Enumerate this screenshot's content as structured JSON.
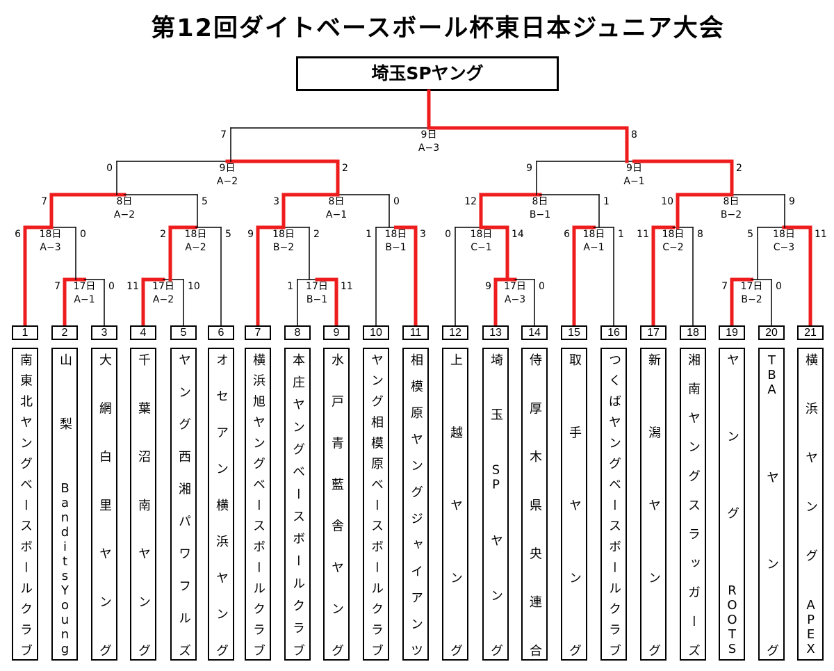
{
  "title": "第12回ダイトベースボール杯東日本ジュニア大会",
  "champion": "埼玉SPヤング",
  "teams": [
    {
      "seed": "1",
      "name": "南東北ヤングベースボールクラブ"
    },
    {
      "seed": "2",
      "name": "山梨BanditsYoung"
    },
    {
      "seed": "3",
      "name": "大網白里ヤング"
    },
    {
      "seed": "4",
      "name": "千葉沼南ヤング"
    },
    {
      "seed": "5",
      "name": "ヤング西湘パワフルズ"
    },
    {
      "seed": "6",
      "name": "オセアン横浜ヤング"
    },
    {
      "seed": "7",
      "name": "横浜旭ヤングベースボールクラブ"
    },
    {
      "seed": "8",
      "name": "本庄ヤングベースボールクラブ"
    },
    {
      "seed": "9",
      "name": "水戸青藍舎ヤング"
    },
    {
      "seed": "10",
      "name": "ヤング相模原ベースボールクラブ"
    },
    {
      "seed": "11",
      "name": "相模原ヤングジャイアンツ"
    },
    {
      "seed": "12",
      "name": "上越ヤング"
    },
    {
      "seed": "13",
      "name": "埼玉SPヤング"
    },
    {
      "seed": "14",
      "name": "侍厚木県央連合"
    },
    {
      "seed": "15",
      "name": "取手ヤング"
    },
    {
      "seed": "16",
      "name": "つくばヤングベースボールクラブ"
    },
    {
      "seed": "17",
      "name": "新潟ヤング"
    },
    {
      "seed": "18",
      "name": "湘南ヤングスラッガーズ"
    },
    {
      "seed": "19",
      "name": "ヤングROOTS"
    },
    {
      "seed": "20",
      "name": "TBAヤング"
    },
    {
      "seed": "21",
      "name": "横浜ヤングAPEX"
    }
  ],
  "matches": [
    {
      "id": "r1_2_3",
      "date": "17日",
      "code": "A−1",
      "left_score": "7",
      "right_score": "0"
    },
    {
      "id": "r1_4_5",
      "date": "17日",
      "code": "A−2",
      "left_score": "11",
      "right_score": "10"
    },
    {
      "id": "r1_8_9",
      "date": "17日",
      "code": "B−1",
      "left_score": "1",
      "right_score": "11"
    },
    {
      "id": "r1_13_14",
      "date": "17日",
      "code": "A−3",
      "left_score": "9",
      "right_score": "0"
    },
    {
      "id": "r1_19_20",
      "date": "17日",
      "code": "B−2",
      "left_score": "7",
      "right_score": "0"
    },
    {
      "id": "r2_1_w23",
      "date": "18日",
      "code": "A−3",
      "left_score": "6",
      "right_score": "0"
    },
    {
      "id": "r2_w45_6",
      "date": "18日",
      "code": "A−2",
      "left_score": "2",
      "right_score": "5"
    },
    {
      "id": "r2_7_w89",
      "date": "18日",
      "code": "B−2",
      "left_score": "9",
      "right_score": "2"
    },
    {
      "id": "r2_10_11",
      "date": "18日",
      "code": "B−1",
      "left_score": "1",
      "right_score": "3"
    },
    {
      "id": "r2_12_w1314",
      "date": "18日",
      "code": "C−1",
      "left_score": "0",
      "right_score": "14"
    },
    {
      "id": "r2_15_16",
      "date": "18日",
      "code": "A−1",
      "left_score": "6",
      "right_score": "1"
    },
    {
      "id": "r2_17_18",
      "date": "18日",
      "code": "C−2",
      "left_score": "11",
      "right_score": "8"
    },
    {
      "id": "r2_w1920_21",
      "date": "18日",
      "code": "C−3",
      "left_score": "5",
      "right_score": "11"
    },
    {
      "id": "qf1",
      "date": "8日",
      "code": "A−2",
      "left_score": "7",
      "right_score": "5"
    },
    {
      "id": "qf2",
      "date": "8日",
      "code": "A−1",
      "left_score": "3",
      "right_score": "0"
    },
    {
      "id": "qf3",
      "date": "8日",
      "code": "B−1",
      "left_score": "12",
      "right_score": "1"
    },
    {
      "id": "qf4",
      "date": "8日",
      "code": "B−2",
      "left_score": "10",
      "right_score": "9"
    },
    {
      "id": "sf1",
      "date": "9日",
      "code": "A−2",
      "left_score": "0",
      "right_score": "2"
    },
    {
      "id": "sf2",
      "date": "9日",
      "code": "A−1",
      "left_score": "9",
      "right_score": "2"
    },
    {
      "id": "final",
      "date": "9日",
      "code": "A−3",
      "left_score": "7",
      "right_score": "8"
    }
  ],
  "colors": {
    "winner_line": "#ee1c1c",
    "normal_line": "#000000"
  }
}
